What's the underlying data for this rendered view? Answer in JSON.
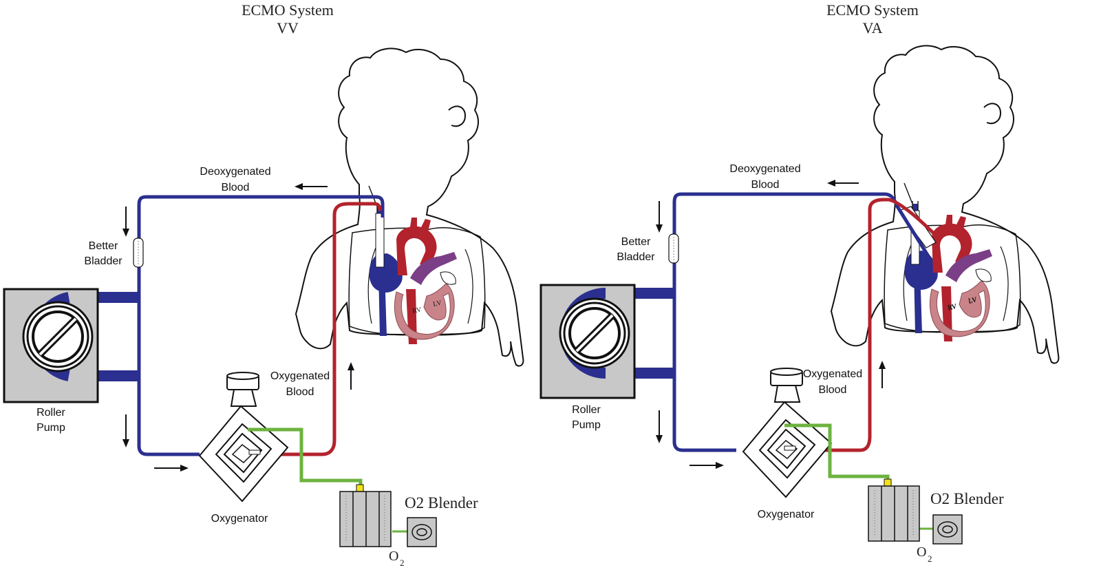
{
  "panels": [
    {
      "id": "vv",
      "title": "ECMO System",
      "subtitle": "VV",
      "deoxygenated_label": [
        "Deoxygenated",
        "Blood"
      ],
      "oxygenated_label": [
        "Oxygenated",
        "Blood"
      ],
      "bladder_label": [
        "Better",
        "Bladder"
      ],
      "pump_label": [
        "Roller",
        "Pump"
      ],
      "oxygenator_label": "Oxygenator",
      "blender_label": "O2 Blender",
      "o2_main": "O",
      "o2_sub": "2",
      "rv_label": "RV",
      "lv_label": "LV"
    },
    {
      "id": "va",
      "title": "ECMO System",
      "subtitle": "VA",
      "deoxygenated_label": [
        "Deoxygenated",
        "Blood"
      ],
      "oxygenated_label": [
        "Oxygenated",
        "Blood"
      ],
      "bladder_label": [
        "Better",
        "Bladder"
      ],
      "pump_label": [
        "Roller",
        "Pump"
      ],
      "oxygenator_label": "Oxygenator",
      "blender_label": "O2 Blender",
      "o2_main": "O",
      "o2_sub": "2",
      "rv_label": "RV",
      "lv_label": "LV"
    }
  ],
  "colors": {
    "deoxygenated": "#2b2f8f",
    "oxygenated": "#b3232d",
    "mixed": "#7a3f86",
    "gas_line": "#6cb33f",
    "device_fill": "#c8c8c8",
    "valve": "#f2e21b",
    "ventricle": "#c9848a"
  }
}
